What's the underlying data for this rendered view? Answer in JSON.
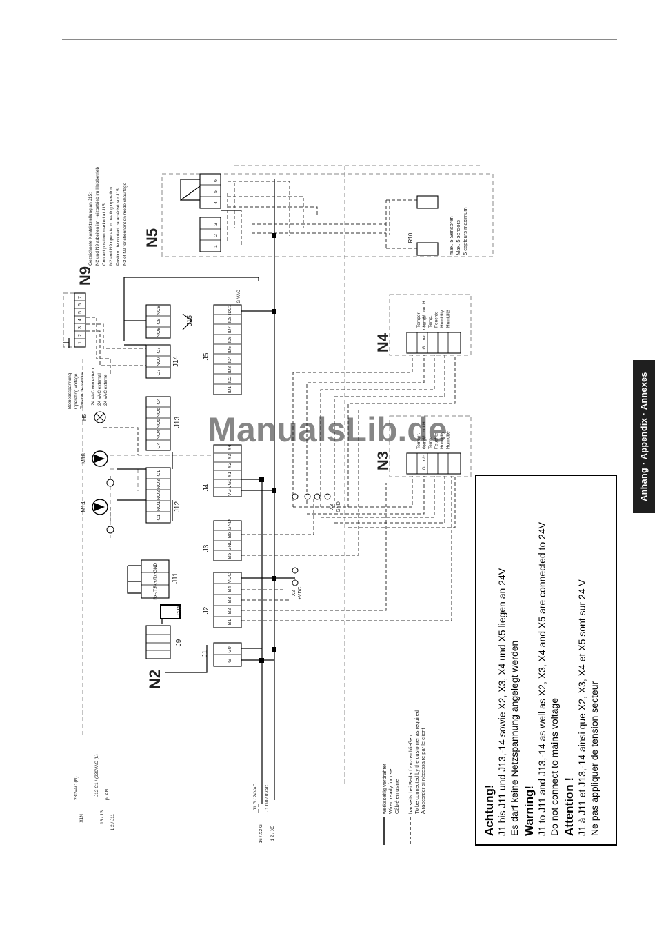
{
  "side_tab": {
    "label": "Anhang · Appendix · Annexes"
  },
  "watermark": {
    "text": "ManualsLib.de"
  },
  "modules": {
    "n2": "N2",
    "n3": "N3",
    "n4": "N4",
    "n5": "N5",
    "n9": "N9"
  },
  "connectors": {
    "j1": "J1",
    "j2": "J2",
    "j3": "J3",
    "j4": "J4",
    "j5": "J5",
    "j9": "J9",
    "j10": "J10",
    "j11": "J11",
    "j12": "J12",
    "j13": "J13",
    "j14": "J14",
    "j15": "J15",
    "x3_gnd": [
      "X3",
      "GND"
    ],
    "x2_vdc": [
      "X2",
      "+VDC"
    ]
  },
  "pins": {
    "j1": [
      "G",
      "G0"
    ],
    "j2": [
      "B1",
      "B2",
      "B3",
      "B4",
      "VDC"
    ],
    "j3": [
      "B5",
      "GND",
      "B6",
      "GND"
    ],
    "j4": [
      "VG",
      "VG0",
      "Y1",
      "Y2",
      "Y3",
      "Y4"
    ],
    "j5": [
      "ID1",
      "ID2",
      "ID3",
      "ID4",
      "ID5",
      "ID6",
      "ID7",
      "ID8",
      "IDC1"
    ],
    "j11": [
      "Rx-/Tx-",
      "Rx+/Tx+",
      "GND"
    ],
    "j12": [
      "C1",
      "NO1",
      "NO2",
      "NO3",
      "C1"
    ],
    "j13": [
      "C4",
      "NO4",
      "NO5",
      "NO6",
      "C4"
    ],
    "j14": [
      "C7",
      "NO7",
      "C7"
    ],
    "j15": [
      "NO8",
      "C8",
      "NC8"
    ],
    "idc1_voltage": "G VAC",
    "n5": [
      "1",
      "2",
      "3",
      "4",
      "5",
      "6"
    ],
    "n9_strip": [
      "1",
      "2",
      "3",
      "4",
      "5",
      "6",
      "7"
    ],
    "sensor": [
      "G",
      "n/c",
      "n/c",
      "M",
      "out H"
    ]
  },
  "components": {
    "m14": "M14",
    "m18": "M18",
    "h5": "H5",
    "r10": "R10"
  },
  "feed_lines": [
    {
      "label": "X1N",
      "value": "230VAC (N)"
    },
    {
      "label": "18 / 13",
      "value": "J12 C1 / (230VAC (L)"
    },
    {
      "label": "1 2 / J11",
      "value": "pLAN"
    },
    {
      "label": "16 / X2 G",
      "value": "J1 G / 24VAC"
    },
    {
      "label": "1 2 / X5",
      "value": "J1 G0 / 0VAC"
    }
  ],
  "legend": {
    "solid": [
      "werksseitig verdrahtet",
      "Wired ready for use",
      "Câblé en usine"
    ],
    "dashed": [
      "bauseits bei Bedarf anzuschließen",
      "To be connected by the customer as required",
      "A raccorder si nécessaire par le client"
    ]
  },
  "n9_voltage_notes": [
    "Betriebsspannung",
    "Operating voltage",
    "Tension de service"
  ],
  "n9_external_notes": [
    "24 VAC von extern",
    "24 VAC external",
    "24 VAC externe"
  ],
  "contact_notes": [
    "Gezeichnete Kontaktstellung an J15:",
    "N2 und N9 arbeiten im Heizbetrieb im Heizbetrieb",
    "Contact position marked at J15:",
    "N2 and N9 operate in heating operation",
    "Position de contact caractérisé sur J15:",
    "N2 et N9 fonctionnent en mode chauffage"
  ],
  "n4_labels": [
    "Temper.",
    "Temp.",
    "Temp.",
    "Feuchte",
    "Humidity",
    "Humidité"
  ],
  "n3_labels": [
    "Temper.",
    "Temp.",
    "Temp.",
    "Feuchte",
    "Humidity",
    "Humidité"
  ],
  "sensor_notes": [
    "max. 5 Sensoren",
    "Max. 5 sensors",
    "5 capteurs maximum"
  ],
  "warning": {
    "h1": "Achtung!",
    "de1": "J1 bis J11 und J13,-14 sowie X2, X3, X4 und X5 liegen an 24V",
    "de2": "Es darf keine Netzspannung angelegt werden",
    "h2": "Warning!",
    "en1": "J1 to J11 and J13,-14 as well as X2, X3, X4 and X5 are connected to 24V",
    "en2": "Do not connect to mains voltage",
    "h3": "Attention !",
    "fr1": "J1 à J11 et J13,-14 ainsi que X2, X3, X4 et X5 sont sur 24 V",
    "fr2": "Ne pas appliquer de tension secteur"
  }
}
